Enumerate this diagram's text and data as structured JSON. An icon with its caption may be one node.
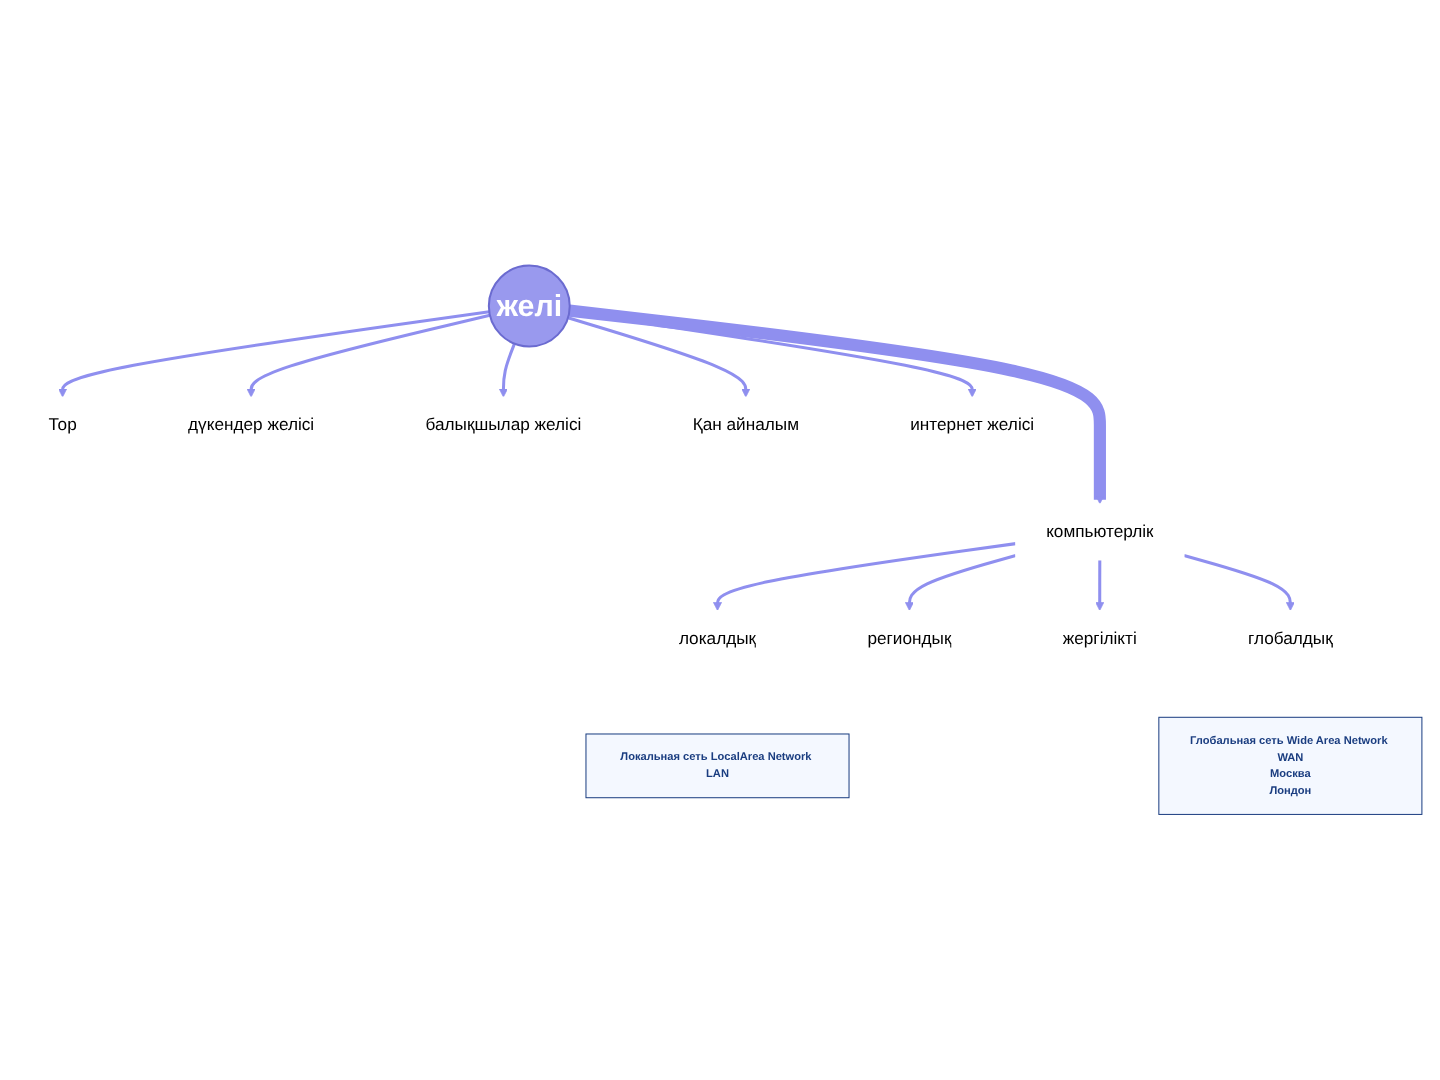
{
  "diagram": {
    "nodes": [
      {
        "text": [
          "желі"
        ]
      },
      {
        "text": [
          "Тор"
        ]
      },
      {
        "text": [
          "дүкендер желісі"
        ]
      },
      {
        "text": [
          "балықшылар желісі"
        ]
      },
      {
        "text": [
          "Қан айналым"
        ]
      },
      {
        "text": [
          "интернет желісі"
        ]
      },
      {
        "text": [
          "компьютерлік"
        ]
      },
      {
        "text": [
          "локалдық"
        ]
      },
      {
        "text": [
          "региондық"
        ]
      },
      {
        "text": [
          "жергілікті"
        ]
      },
      {
        "text": [
          "глобалдық"
        ]
      },
      {
        "text": [
          "Локальная сеть LocalArea Network LAN"
        ]
      },
      {
        "text": [
          "Глобальная сеть Wide Area Network WAN",
          "Москва",
          "Лондон"
        ]
      }
    ],
    "edges": [
      {
        "from": 0,
        "to": 1,
        "arrow": "to"
      },
      {
        "from": 0,
        "to": 2,
        "arrow": "to"
      },
      {
        "from": 0,
        "to": 3,
        "arrow": "to"
      },
      {
        "from": 0,
        "to": 4,
        "arrow": "to"
      },
      {
        "from": 0,
        "to": 5,
        "arrow": "to"
      },
      {
        "from": 0,
        "to": 6,
        "arrow": "to",
        "style": "thick"
      },
      {
        "from": 6,
        "to": 7,
        "arrow": "to"
      },
      {
        "from": 6,
        "to": 8,
        "arrow": "to"
      },
      {
        "from": 6,
        "to": 9,
        "arrow": "to"
      },
      {
        "from": 6,
        "to": 10,
        "arrow": "to"
      }
    ]
  }
}
